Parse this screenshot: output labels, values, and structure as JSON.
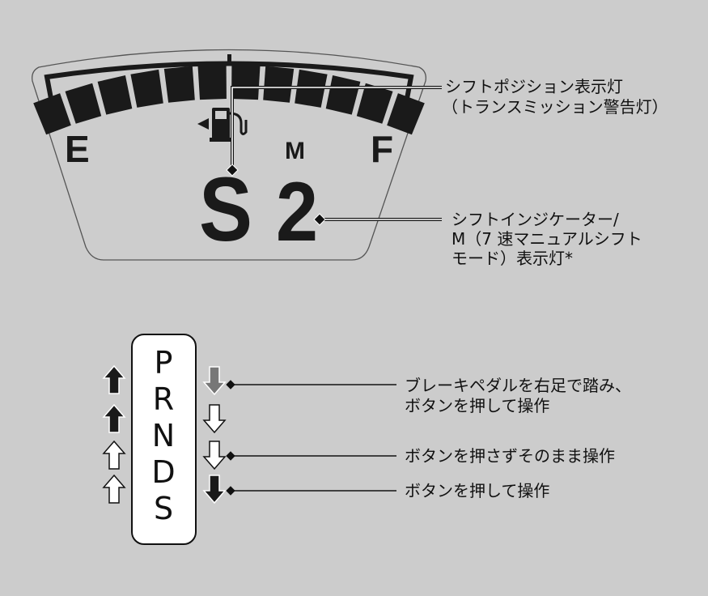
{
  "gauge": {
    "empty_label": "E",
    "full_label": "F",
    "fuel_segments_total": 12,
    "fuel_segments_lit": 12,
    "fuel_icon": "fuel-pump-icon",
    "shift_position": "S",
    "gear": "2",
    "mode_indicator": "M"
  },
  "callouts": {
    "shift_position_light": [
      "シフトポジション表示灯",
      "（トランスミッション警告灯）"
    ],
    "shift_indicator": [
      "シフトインジケーター/",
      "M（7 速マニュアルシフト",
      "モード）表示灯*"
    ]
  },
  "lever": {
    "positions": [
      "P",
      "R",
      "N",
      "D",
      "S"
    ],
    "left_arrows": [
      "black",
      "black",
      "white",
      "white"
    ],
    "right_arrows": [
      "gray",
      "white",
      "white",
      "black"
    ],
    "colors": {
      "black": "#1a1a1a",
      "white": "#ffffff",
      "gray": "#777777"
    }
  },
  "legend": {
    "brake_and_button": [
      "ブレーキペダルを右足で踏み、",
      "ボタンを押して操作"
    ],
    "no_button": "ボタンを押さずそのまま操作",
    "button": "ボタンを押して操作"
  }
}
